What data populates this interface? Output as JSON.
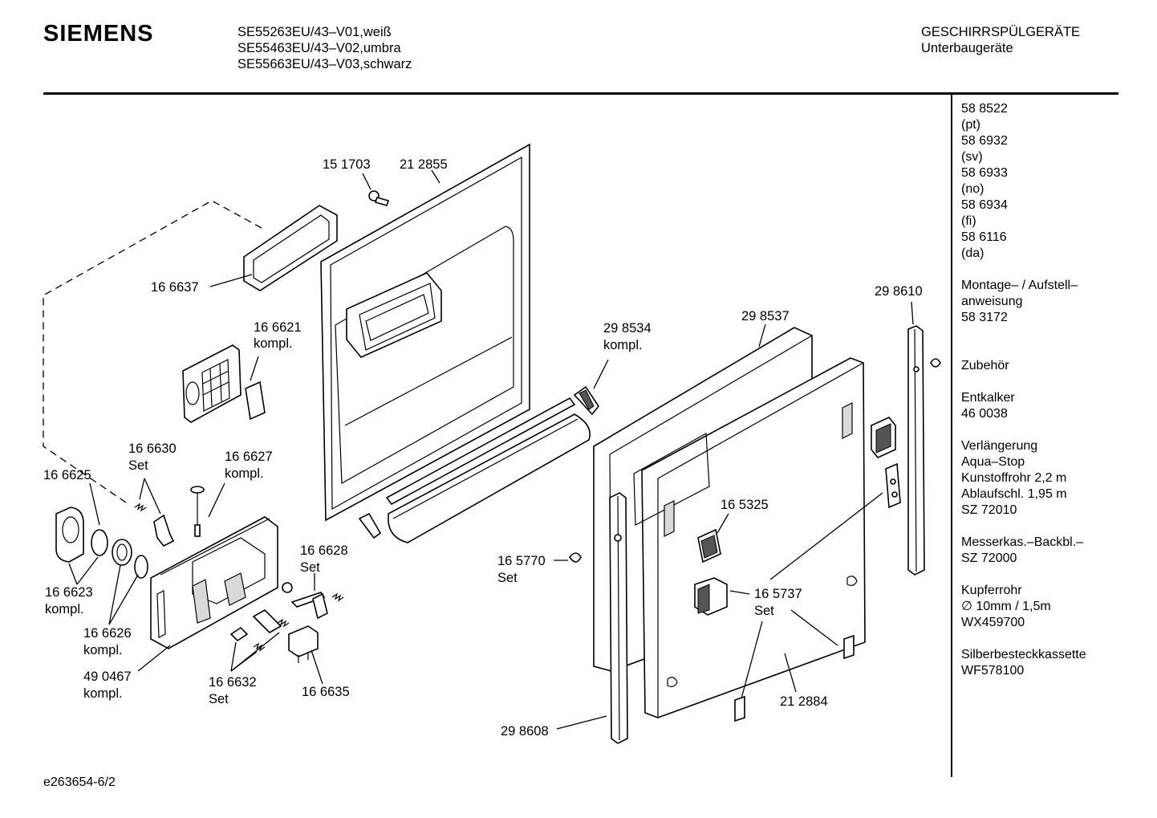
{
  "header": {
    "brand": "SIEMENS",
    "models": [
      "SE55263EU/43–V01,weiß",
      "SE55463EU/43–V02,umbra",
      "SE55663EU/43–V03,schwarz"
    ],
    "category": [
      "GESCHIRRSPÜLGERÄTE",
      "Unterbaugeräte"
    ]
  },
  "sidebar": {
    "lines": [
      "58 8522",
      "(pt)",
      "58 6932",
      "(sv)",
      "58 6933",
      "(no)",
      "58 6934",
      "(fi)",
      "58 6116",
      "(da)",
      "",
      "Montage– / Aufstell–",
      "anweisung",
      "58 3172",
      "",
      "",
      "Zubehör",
      "",
      "Entkalker",
      "46 0038",
      "",
      "Verlängerung",
      "Aqua–Stop",
      "Kunstoffrohr 2,2 m",
      "Ablaufschl. 1,95 m",
      "SZ 72010",
      "",
      "Messerkas.–Backbl.–",
      "SZ 72000",
      "",
      "Kupferrohr",
      "∅ 10mm / 1,5m",
      "WX459700",
      "",
      "Silberbesteckkassette",
      "WF578100"
    ]
  },
  "parts": {
    "p151703": "15 1703",
    "p212855": "21 2855",
    "p166637": "16 6637",
    "p166621": [
      "16 6621",
      "kompl."
    ],
    "p298534": [
      "29 8534",
      "kompl."
    ],
    "p298537": "29 8537",
    "p298610": "29 8610",
    "p166630": [
      "16 6630",
      "Set"
    ],
    "p166627": [
      "16 6627",
      "kompl."
    ],
    "p166625": "16 6625",
    "p166623": [
      "16 6623",
      "kompl."
    ],
    "p166626": [
      "16 6626",
      "kompl."
    ],
    "p490467": [
      "49 0467",
      "kompl."
    ],
    "p166628": [
      "16 6628",
      "Set"
    ],
    "p166632": [
      "16 6632",
      "Set"
    ],
    "p166635": "16 6635",
    "p165770": [
      "16 5770",
      "Set"
    ],
    "p165325": "16 5325",
    "p165737": [
      "16 5737",
      "Set"
    ],
    "p212884": "21 2884",
    "p298608": "29 8608"
  },
  "footer": {
    "code": "e263654-6/2"
  }
}
